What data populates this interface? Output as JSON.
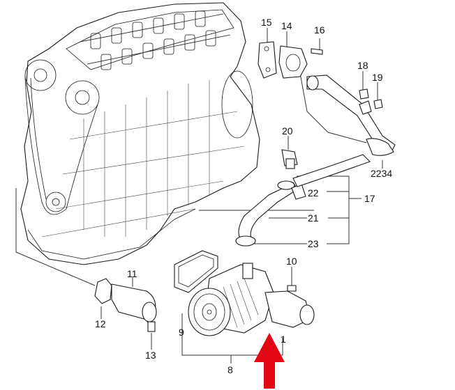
{
  "diagram": {
    "callouts": [
      {
        "id": "c1",
        "text": "1"
      },
      {
        "id": "c8",
        "text": "8"
      },
      {
        "id": "c9",
        "text": "9"
      },
      {
        "id": "c10",
        "text": "10"
      },
      {
        "id": "c11",
        "text": "11"
      },
      {
        "id": "c12",
        "text": "12"
      },
      {
        "id": "c13",
        "text": "13"
      },
      {
        "id": "c14",
        "text": "14"
      },
      {
        "id": "c15",
        "text": "15"
      },
      {
        "id": "c16",
        "text": "16"
      },
      {
        "id": "c17",
        "text": "17"
      },
      {
        "id": "c18",
        "text": "18"
      },
      {
        "id": "c19",
        "text": "19"
      },
      {
        "id": "c20",
        "text": "20"
      },
      {
        "id": "c21",
        "text": "21"
      },
      {
        "id": "c22",
        "text": "22"
      },
      {
        "id": "c23",
        "text": "23"
      },
      {
        "id": "c2234",
        "text": "2234"
      }
    ],
    "colors": {
      "line": "#1a1a1a",
      "arrow": "#e30613",
      "background": "#ffffff"
    },
    "icons": [
      "engine-block-drawing",
      "water-pump-drawing",
      "red-pointer-arrow"
    ]
  }
}
